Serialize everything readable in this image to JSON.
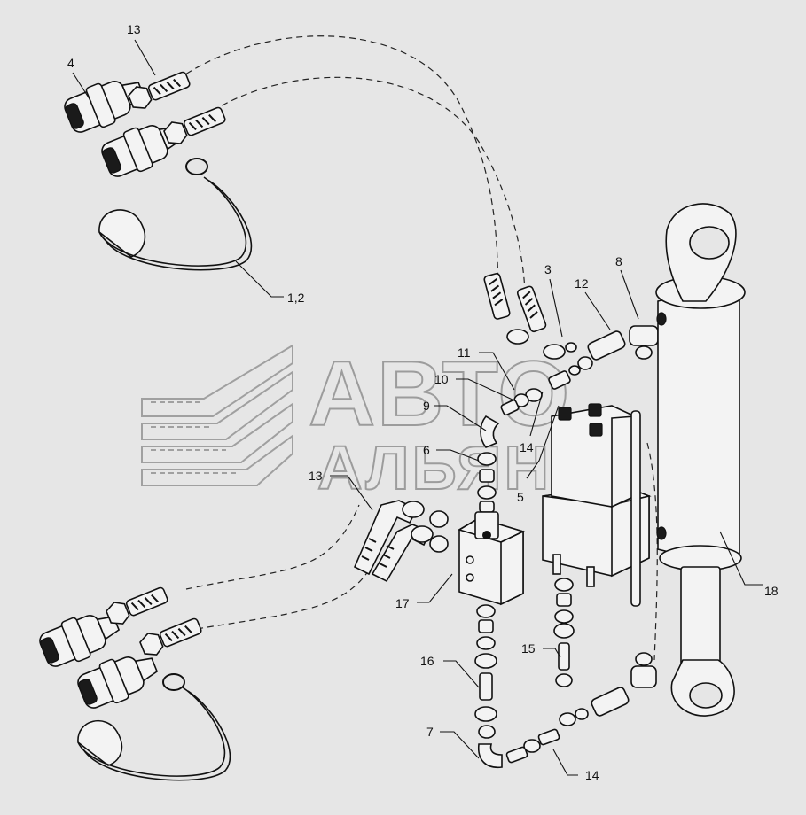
{
  "watermark": {
    "line1": "АВТО",
    "line2": "АЛЬЯНС"
  },
  "labels": {
    "l1_2": "1,2",
    "l3": "3",
    "l4": "4",
    "l5": "5",
    "l6": "6",
    "l7": "7",
    "l8": "8",
    "l9": "9",
    "l10": "10",
    "l11": "11",
    "l12": "12",
    "l13a": "13",
    "l13b": "13",
    "l14a": "14",
    "l14b": "14",
    "l15": "15",
    "l16": "16",
    "l17": "17",
    "l18": "18"
  }
}
